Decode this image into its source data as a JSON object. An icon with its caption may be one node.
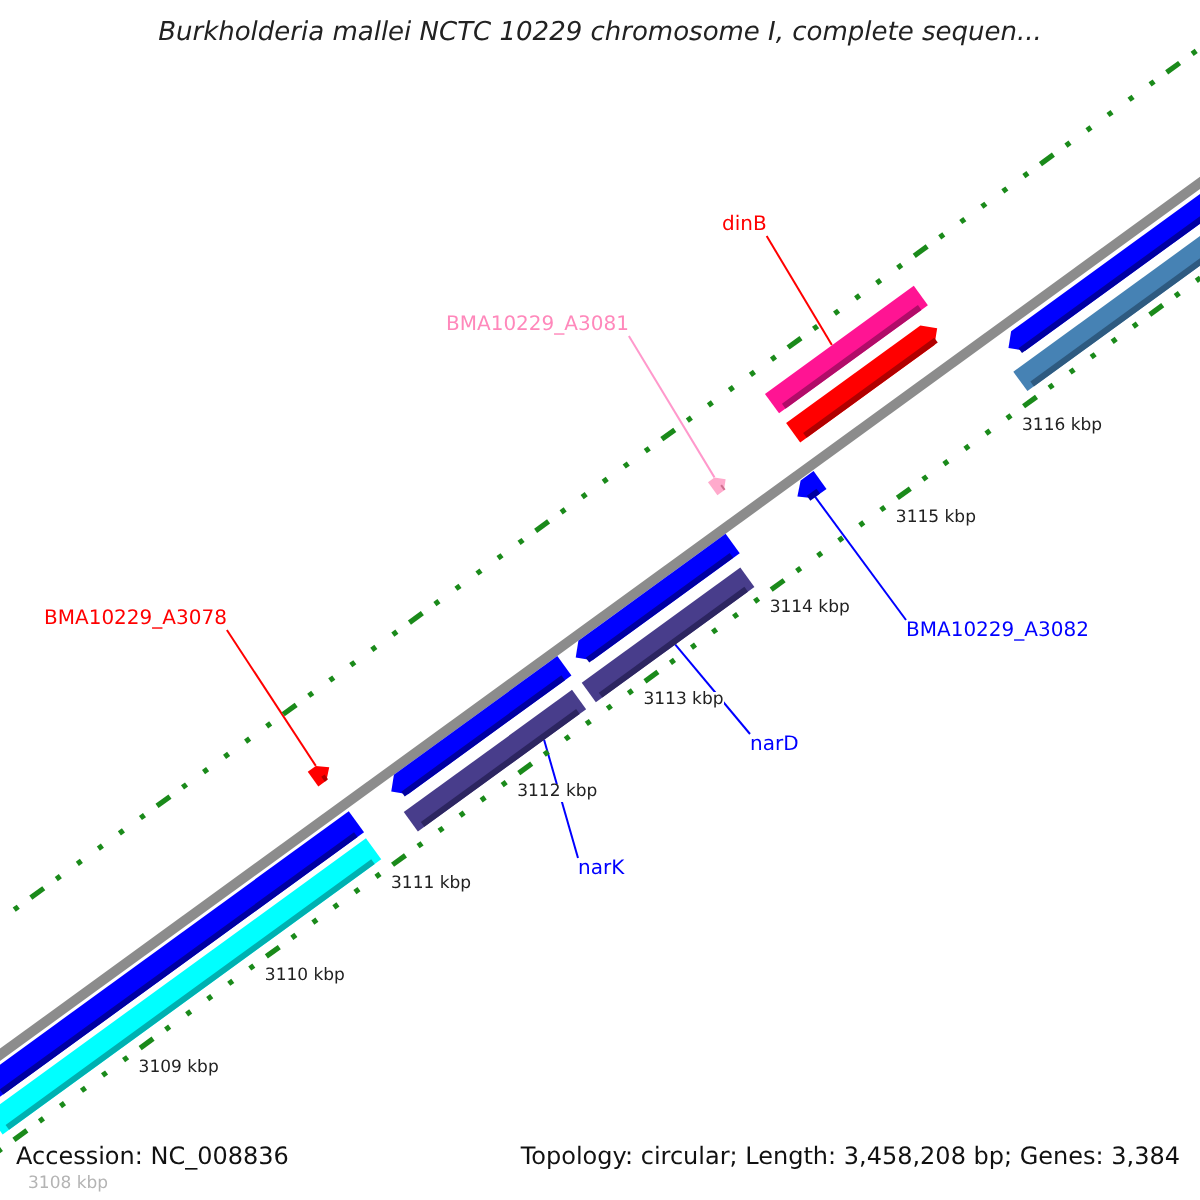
{
  "diagram": {
    "title": "Burkholderia mallei NCTC 10229 chromosome I, complete sequen...",
    "nodes": [
      {
        "text": [
          "dinB"
        ]
      },
      {
        "text": [],
        "shape": "bar"
      },
      {
        "text": [
          "BMA10229_A3081"
        ]
      },
      {
        "text": [],
        "shape": "arrow"
      },
      {
        "text": [
          "BMA10229_A3078"
        ]
      },
      {
        "text": [],
        "shape": "arrow"
      },
      {
        "text": [
          "BMA10229_A3082"
        ]
      },
      {
        "text": [],
        "shape": "arrow"
      },
      {
        "text": [
          "narD"
        ]
      },
      {
        "text": [],
        "shape": "bar"
      },
      {
        "text": [
          "narK"
        ]
      },
      {
        "text": [],
        "shape": "bar"
      },
      {
        "text": [],
        "shape": "bar"
      },
      {
        "text": [],
        "shape": "bar"
      },
      {
        "text": [],
        "shape": "arrow"
      },
      {
        "text": [],
        "shape": "arrow"
      },
      {
        "text": [],
        "shape": "arrow"
      },
      {
        "text": [],
        "shape": "arrow"
      },
      {
        "text": [],
        "shape": "bar"
      }
    ],
    "edges": [
      {
        "from": 0,
        "to": 1,
        "arrow": "none",
        "color": "#ff0000"
      },
      {
        "from": 2,
        "to": 3,
        "arrow": "none",
        "color": "#ff99cc"
      },
      {
        "from": 4,
        "to": 5,
        "arrow": "none",
        "color": "#ff0000"
      },
      {
        "from": 6,
        "to": 7,
        "arrow": "none",
        "color": "#0000ff"
      },
      {
        "from": 8,
        "to": 9,
        "arrow": "none",
        "color": "#0000ff"
      },
      {
        "from": 10,
        "to": 11,
        "arrow": "none",
        "color": "#0000ff"
      }
    ],
    "labels": [
      "3116 kbp",
      "3115 kbp",
      "3114 kbp",
      "3113 kbp",
      "3112 kbp",
      "3111 kbp",
      "3110 kbp",
      "3109 kbp",
      "3108 kbp",
      "Accession: NC_008836",
      "Topology: circular; Length: 3,458,208 bp; Genes: 3,384"
    ]
  }
}
